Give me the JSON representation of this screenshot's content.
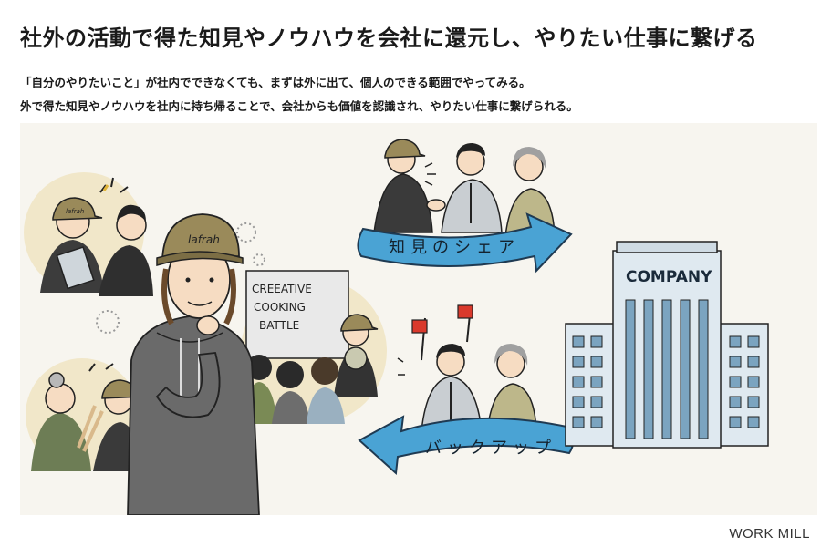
{
  "title": "社外の活動で得た知見やノウハウを会社に還元し、やりたい仕事に繋げる",
  "description": [
    "「自分のやりたいこと」が社内でできなくても、まずは外に出て、個人のできる範囲でやってみる。",
    "外で得た知見やノウハウを社内に持ち帰ることで、会社からも価値を認識され、やりたい仕事に繋げられる。"
  ],
  "illustration": {
    "cap_logo": "lafrah",
    "cap_logo_small": "lafrah",
    "whiteboard_lines": [
      "CREEATIVE",
      "COOKING",
      "BATTLE"
    ],
    "arrow_top_label": "知見のシェア",
    "arrow_bottom_label": "バックアップ",
    "building_label": "COMPANY"
  },
  "colors": {
    "arrow_fill": "#4aa3d4",
    "arrow_stroke": "#1f3a52",
    "circle_bg": "#f1e7c9",
    "building_glass": "#7ba4c0",
    "building_wall": "#dfe9f0",
    "hoodie": "#6a6a6a",
    "flag": "#d9392c",
    "panel_bg": "#f7f5ef"
  },
  "credit": "WORK MILL"
}
